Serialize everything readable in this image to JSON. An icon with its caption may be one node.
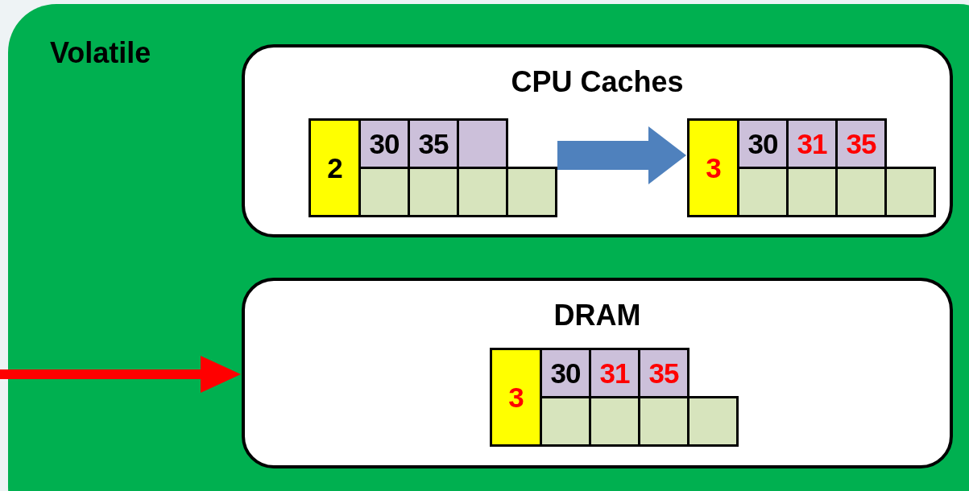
{
  "diagram": {
    "nodes": [
      {
        "text": [
          "Volatile"
        ]
      },
      {
        "text": [
          "CPU Caches"
        ],
        "in": 0
      },
      {
        "text": [
          "2",
          "30",
          "35"
        ],
        "in": 1
      },
      {
        "text": [
          "3",
          "30",
          "31",
          "35"
        ],
        "in": 1
      },
      {
        "text": [
          "DRAM"
        ],
        "in": 0
      },
      {
        "text": [
          "3",
          "30",
          "31",
          "35"
        ],
        "in": 4
      }
    ],
    "edges": [
      {
        "from": 2,
        "to": 3,
        "arrow": "to",
        "style": "thick",
        "color": "#4f81bd"
      },
      {
        "from": null,
        "to": 4,
        "arrow": "to",
        "color": "#ff0000"
      }
    ]
  }
}
